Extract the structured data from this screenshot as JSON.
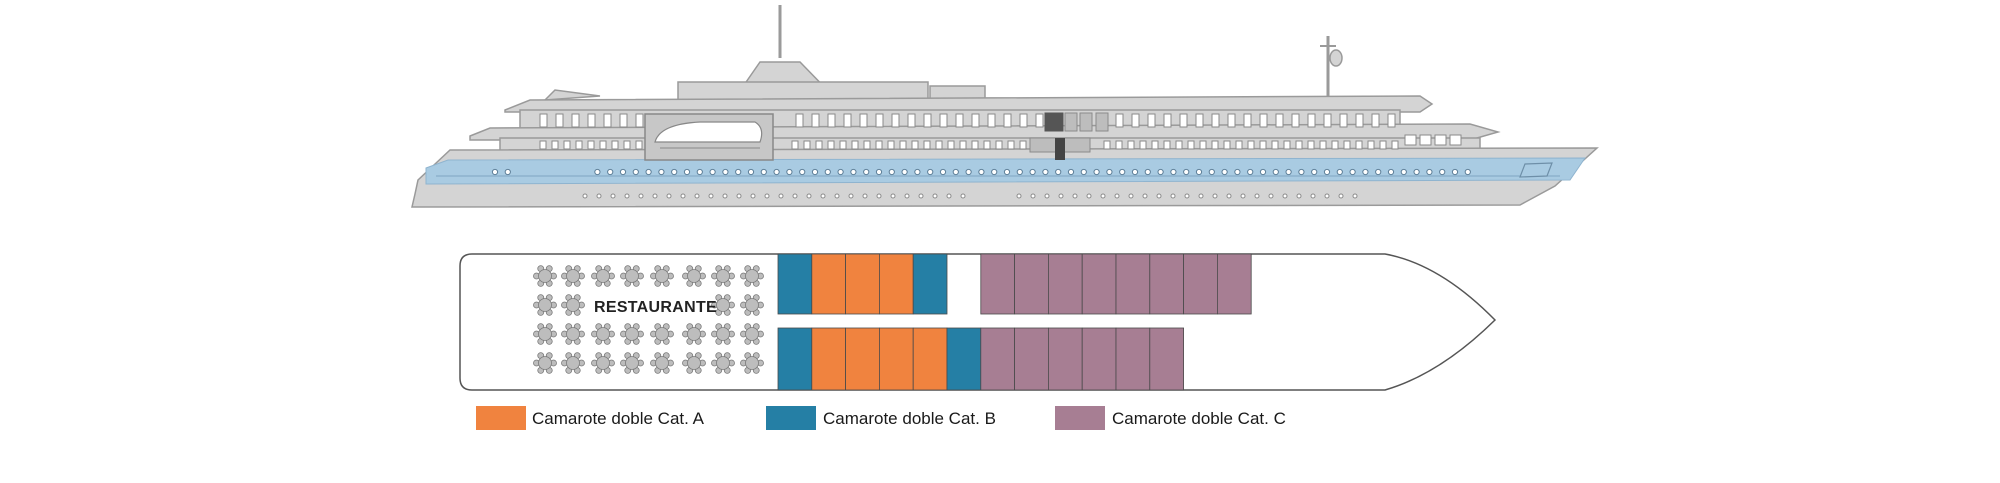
{
  "restaurant_label": "RESTAURANTE",
  "legend": [
    {
      "label": "Camarote doble Cat. A",
      "color": "#F0833F"
    },
    {
      "label": "Camarote doble Cat. B",
      "color": "#257FA5"
    },
    {
      "label": "Camarote doble Cat. C",
      "color": "#A77E93"
    }
  ],
  "colors": {
    "hull": "#D4D4D4",
    "hull_stroke": "#9A9A9A",
    "stripe": "#A9CBE2",
    "cabin_stroke": "#4a4a4a",
    "table": "#BDBDBD"
  },
  "cabins": {
    "top_row": [
      "B",
      "A",
      "A",
      "A",
      "B",
      "",
      "C",
      "C",
      "C",
      "C",
      "C",
      "C",
      "C",
      "C"
    ],
    "bottom_row": [
      "B",
      "A",
      "A",
      "A",
      "A",
      "B",
      "C",
      "C",
      "C",
      "C",
      "C",
      "C"
    ]
  }
}
